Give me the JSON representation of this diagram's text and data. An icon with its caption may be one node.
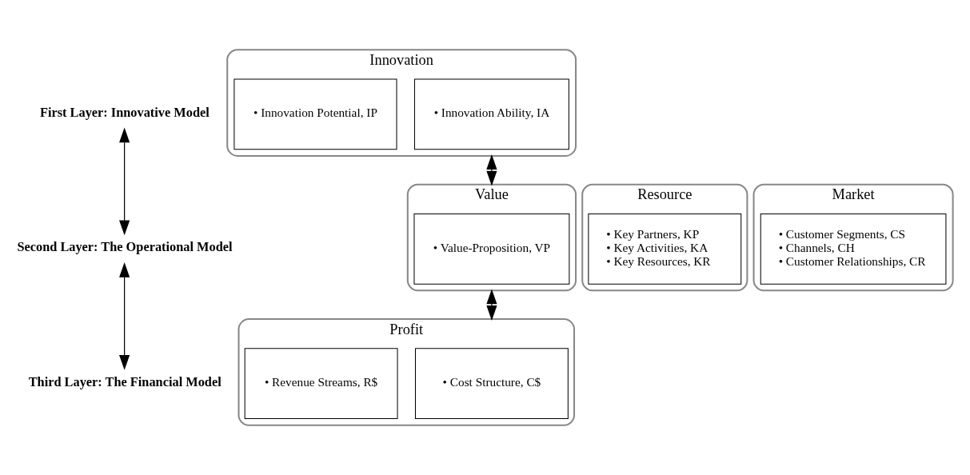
{
  "diagram": {
    "nodes": [
      {
        "text": [
          "First Layer: Innovative Model"
        ]
      },
      {
        "text": [
          "Innovation"
        ]
      },
      {
        "text": [
          "• Innovation Ability, IA"
        ],
        "in": 1
      },
      {
        "text": [
          "• Innovation Potential, IP"
        ],
        "in": 1
      },
      {
        "text": [
          "Second Layer: The Operational Model"
        ]
      },
      {
        "text": [
          "Resource"
        ]
      },
      {
        "text": [
          "• Key Partners, KP",
          "• Key Activities, KA",
          "• Key Resources, KR"
        ],
        "in": 5
      },
      {
        "text": [
          "Value"
        ]
      },
      {
        "text": [
          "• Value-Proposition, VP"
        ],
        "in": 7
      },
      {
        "text": [
          "Market"
        ]
      },
      {
        "text": [
          "• Customer Segments, CS",
          "• Channels, CH",
          "• Customer Relationships, CR"
        ],
        "in": 9
      },
      {
        "text": [
          "Third Layer: The Financial Model"
        ]
      },
      {
        "text": [
          "Profit"
        ]
      },
      {
        "text": [
          "• Cost Structure, C$"
        ],
        "in": 12
      },
      {
        "text": [
          "• Revenue Streams, R$"
        ],
        "in": 12
      }
    ],
    "edges": [
      {
        "from": 0,
        "to": 4,
        "arrow": "both"
      },
      {
        "from": 4,
        "to": 11,
        "arrow": "both"
      },
      {
        "from": 1,
        "to": 7,
        "arrow": "both"
      },
      {
        "from": 7,
        "to": 12,
        "arrow": "both"
      }
    ]
  }
}
